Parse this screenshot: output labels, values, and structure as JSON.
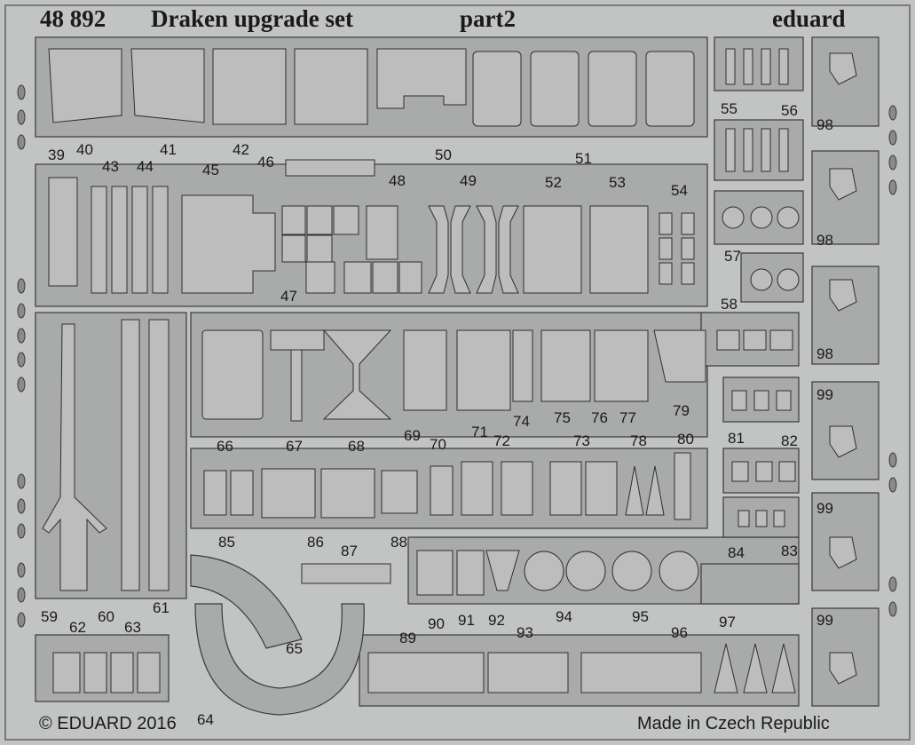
{
  "header": {
    "set_number": "48 892",
    "set_name": "Draken upgrade set",
    "part": "part2",
    "brand": "eduard"
  },
  "footer": {
    "copyright": "© EDUARD 2016",
    "origin": "Made in Czech Republic"
  },
  "part_numbers": [
    "39",
    "40",
    "41",
    "42",
    "43",
    "44",
    "45",
    "46",
    "47",
    "48",
    "49",
    "50",
    "51",
    "52",
    "53",
    "54",
    "55",
    "56",
    "57",
    "58",
    "59",
    "60",
    "61",
    "62",
    "63",
    "64",
    "65",
    "66",
    "67",
    "68",
    "69",
    "70",
    "71",
    "72",
    "73",
    "74",
    "75",
    "76",
    "77",
    "78",
    "79",
    "80",
    "81",
    "82",
    "83",
    "84",
    "85",
    "86",
    "87",
    "88",
    "89",
    "90",
    "91",
    "92",
    "93",
    "94",
    "95",
    "96",
    "97",
    "98",
    "99"
  ],
  "colors": {
    "sheet": "#c2c3c3",
    "fret": "#a9aaaa",
    "part_outline": "#3a3a3a",
    "text": "#1a1a1a"
  }
}
